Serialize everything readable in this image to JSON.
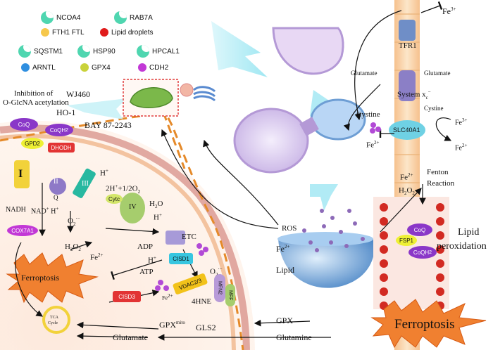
{
  "legend": {
    "ncoa4": "NCOA4",
    "rab7a": "RAB7A",
    "fth1_ftl": "FTH1 FTL",
    "lipid_droplets": "Lipid droplets",
    "sqstm1": "SQSTM1",
    "hsp90": "HSP90",
    "hpcal1": "HPCAL1",
    "arntl": "ARNTL",
    "gpx4": "GPX4",
    "cdh2": "CDH2"
  },
  "colors": {
    "teal_crescent": "#4fd6b0",
    "fth1": "#f6c84c",
    "lipid": "#e01b1b",
    "arntl": "#2f8fe0",
    "gpx4": "#c9d23a",
    "cdh2": "#c238d6",
    "membrane": "#f0b68c",
    "ferroptosis_burst": "#f08030",
    "coq": "#8a37c8",
    "fsp1": "#eef034"
  },
  "inhibitors": {
    "line1": "Inhibition of",
    "line2": "O-GlcNA acetylation",
    "wj460": "WJ460",
    "ho1": "HO-1",
    "bay": "BAY 87-2243"
  },
  "mito": {
    "coq": "CoQ",
    "coqh2": "CoQH",
    "coqh2_sub": "2",
    "gpd2": "GPD2",
    "dhodh": "DHODH",
    "complex1": "I",
    "complex2": "II",
    "complex2_q": "Q",
    "complex3": "III",
    "cytc": "Cytc",
    "complex4": "IV",
    "h_plus": "H",
    "h_plus_sup": "+",
    "o2_reaction": "2H",
    "o2_reaction_rest": "+1/2O",
    "o2_reaction_sub": "2",
    "h2o": "H",
    "h2o_rest": "O",
    "h2o_sub": "2",
    "h_plus2": "H",
    "nadh": "NADH",
    "nad": "NAD",
    "nad_h": "H",
    "superoxide": "O",
    "superoxide_sup": "·−",
    "superoxide_sub": "2",
    "h2o2": "H",
    "h2o2_rest": "O",
    "h2o2_sub1": "2",
    "h2o2_sub2": "2",
    "cox7a1": "COX7A1",
    "fe2": "Fe",
    "fe2_sup": "2+",
    "etc": "ETC",
    "adp": "ADP",
    "h_plus3": "H",
    "atp": "ATP",
    "cisd1": "CISD1",
    "ferroptosis": "Ferroptosis",
    "cisd3": "CISD3",
    "vdac": "VDAC2/3",
    "fe2_small": "Fe",
    "fe2_small_sup": "2+",
    "superoxide2": "O",
    "superoxide2_sup": "·−",
    "superoxide2_sub": "2",
    "hne": "4HNE",
    "mfn": "MFN2",
    "mff": "MFF",
    "tca1": "TCA",
    "tca2": "Cycle",
    "gpx_mito": "GPX",
    "gpx_mito_sup": "mito",
    "glutamate": "Glutamate",
    "gls2": "GLS2",
    "gpx": "GPX",
    "glutamine": "Glutamine"
  },
  "right": {
    "ros": "ROS",
    "fe2_lys": "Fe",
    "fe2_lys_sup": "2+",
    "lipid": "Lipid",
    "fe3_top": "Fe",
    "fe3_top_sup": "3+",
    "tfr1": "TFR1",
    "glutamate_l": "Glutamate",
    "glutamate_r": "Glutamate",
    "system": "System x",
    "system_sub": "c",
    "system_sup": "−",
    "cystine_l": "Cystine",
    "cystine_r": "Cystine",
    "slc": "SLC40A1",
    "fe2_left": "Fe",
    "fe2_left_sup": "2+",
    "fe3_right": "Fe",
    "fe3_right_sup": "3+",
    "fe2_right": "Fe",
    "fe2_right_sup": "2+",
    "fe2_fenton": "Fe",
    "fe2_fenton_sup": "2+",
    "fenton1": "Fenton",
    "fenton2": "Reaction",
    "h2o2": "H",
    "h2o2_rest": "O",
    "h2o2_sub1": "2",
    "h2o2_sub2": "2",
    "coq": "CoQ",
    "fsp1": "FSP1",
    "coqh2": "CoQH",
    "coqh2_sub": "2",
    "lipid_perox1": "Lipid",
    "lipid_perox2": "peroxidation",
    "ferroptosis": "Ferroptosis"
  }
}
